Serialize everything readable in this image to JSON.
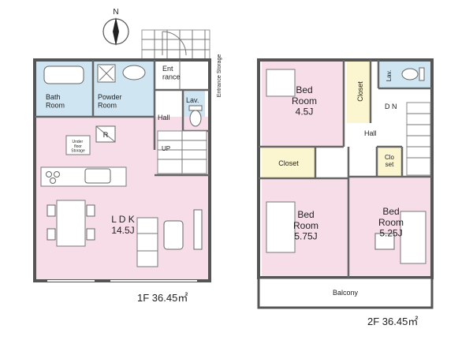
{
  "compass": {
    "label": "N"
  },
  "floor1": {
    "caption": "1F 36.45㎡",
    "rooms": {
      "bath": "Bath\nRoom",
      "powder": "Powder\nRoom",
      "entrance": "Ent\nrance",
      "lav": "Lav.",
      "hall": "Hall",
      "up": "UP",
      "ldk": "L D K\n14.5J",
      "underfloor": "Under\nfloor\nStorage",
      "refrigerator_mark": "R",
      "entrance_storage": "Entrance Storage"
    }
  },
  "floor2": {
    "caption": "2F 36.45㎡",
    "rooms": {
      "bed1": "Bed\nRoom\n4.5J",
      "closet1": "Closet",
      "lav": "Lav.",
      "dn": "D N",
      "hall": "Hall",
      "closet2": "Closet",
      "closet3": "Clo\nset",
      "bed2": "Bed\nRoom\n5.75J",
      "bed3": "Bed\nRoom\n5.25J",
      "balcony": "Balcony"
    }
  },
  "colors": {
    "living": "#f7dde8",
    "wet": "#cfe6f2",
    "closet": "#fbf6cf",
    "wall": "#555555"
  }
}
